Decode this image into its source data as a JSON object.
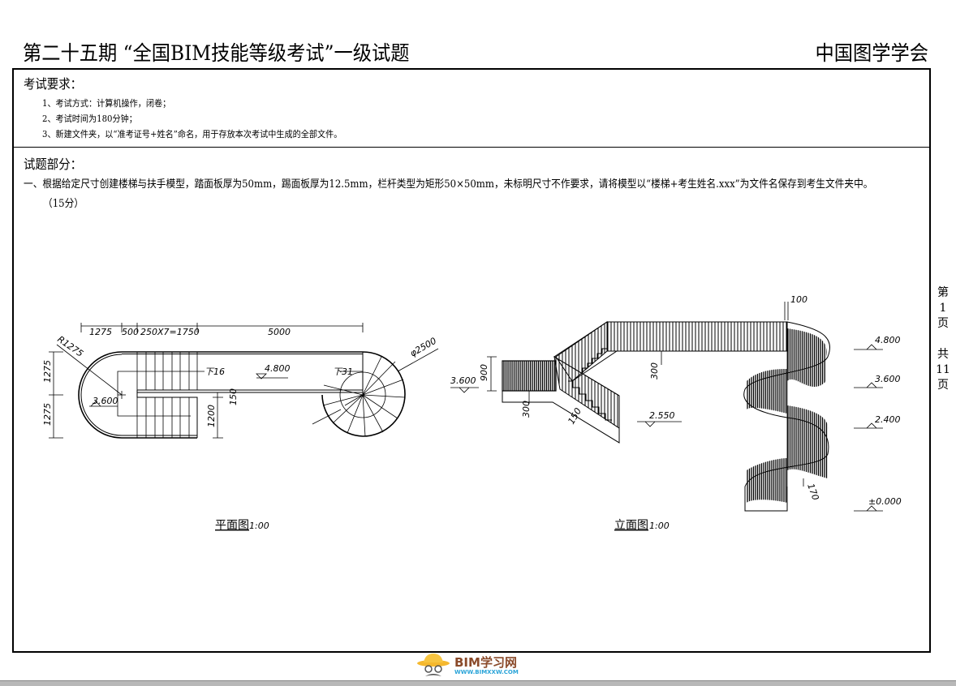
{
  "header": {
    "title": "第二十五期 “全国BIM技能等级考试”一级试题",
    "organization": "中国图学学会"
  },
  "requirements": {
    "heading": "考试要求：",
    "items": [
      "1、考试方式：计算机操作，闭卷；",
      "2、考试时间为180分钟；",
      "3、新建文件夹，以“准考证号+姓名”命名，用于存放本次考试中生成的全部文件。"
    ]
  },
  "questions": {
    "heading": "试题部分：",
    "q1_text": "一、根据给定尺寸创建楼梯与扶手模型，踏面板厚为50mm，踢面板厚为12.5mm，栏杆类型为矩形50×50mm，未标明尺寸不作要求，请将模型以“楼梯+考生姓名.xxx”为文件名保存到考生文件夹中。",
    "q1_score": "（15分）"
  },
  "plan": {
    "label": "平面图",
    "scale": "1:00",
    "dims": {
      "d1275": "1275",
      "d500": "500",
      "d1750": "250X7=1750",
      "d5000": "5000",
      "r1275": "R1275",
      "dia2500": "φ2500",
      "v1275a": "1275",
      "v1275b": "1275",
      "v150": "150",
      "v1200": "1200"
    },
    "down16": "下16",
    "down31": "下31",
    "elev480": "4.800",
    "elev360": "3.600"
  },
  "elevation": {
    "label": "立面图",
    "scale": "1:00",
    "dims": {
      "d100": "100",
      "d900": "900",
      "d300a": "300",
      "d300b": "300",
      "d150": "150",
      "d170": "170"
    },
    "levels": {
      "e360left": "3.600",
      "e255": "2.550",
      "e480": "4.800",
      "e360": "3.600",
      "e240": "2.400",
      "e000": "±0.000"
    }
  },
  "page_info": {
    "a": "第",
    "page": "1",
    "b": "页",
    "c": "共",
    "total": "11",
    "d": "页"
  },
  "watermark": {
    "name": "BIM学习网",
    "url": "WWW.BIMXXW.COM"
  }
}
